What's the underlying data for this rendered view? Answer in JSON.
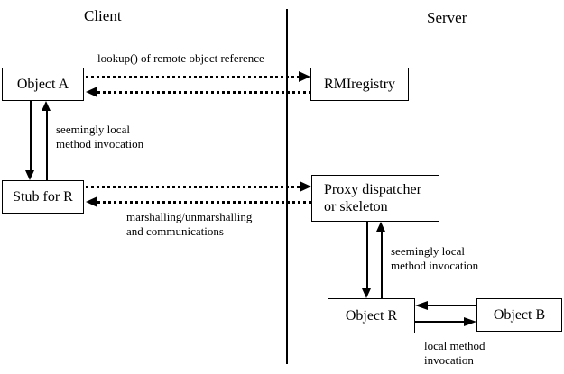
{
  "diagram": {
    "titles": {
      "client": "Client",
      "server": "Server"
    },
    "nodes": {
      "object_a": {
        "label": "Object A"
      },
      "rmiregistry": {
        "label": "RMIregistry"
      },
      "stub_for_r": {
        "label": "Stub for R"
      },
      "proxy_dispatcher": {
        "label": "Proxy dispatcher\nor skeleton"
      },
      "object_r": {
        "label": "Object R"
      },
      "object_b": {
        "label": "Object B"
      }
    },
    "edge_labels": {
      "lookup": "lookup() of remote object reference",
      "seemingly_local_client": "seemingly local\nmethod invocation",
      "marshalling": "marshalling/unmarshalling\nand communications",
      "seemingly_local_server": "seemingly local\nmethod invocation",
      "local_method": "local method\ninvocation"
    },
    "colors": {
      "line": "#000000",
      "background": "#ffffff",
      "text": "#000000"
    }
  }
}
